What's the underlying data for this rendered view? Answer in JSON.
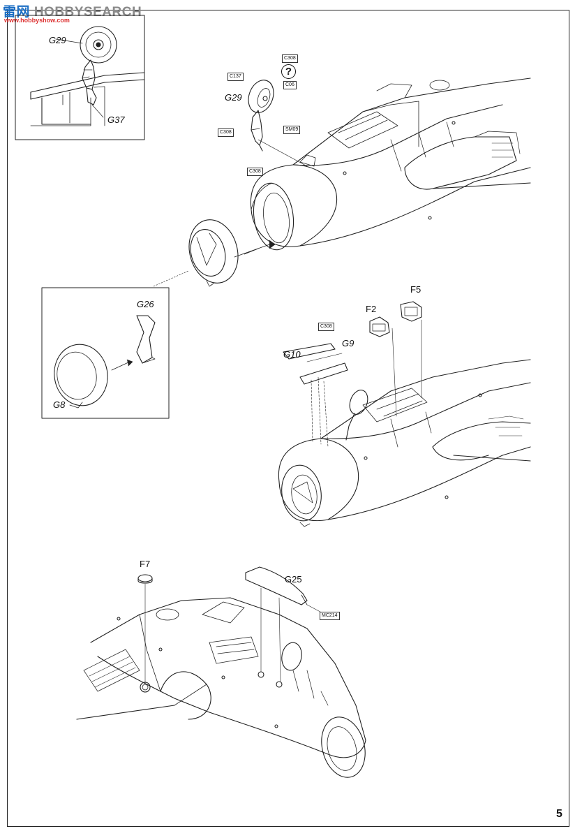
{
  "watermark": {
    "brand_a": "雷",
    "brand_b": "网",
    "brand_c": "HOBBY",
    "brand_d": "SEARCH",
    "url": "www.hobbyshow.com"
  },
  "page_number": "5",
  "question_mark": "?",
  "labels": {
    "g29_inset": "G29",
    "g37": "G37",
    "g29": "G29",
    "g26": "G26",
    "g8": "G8",
    "f2": "F2",
    "f5": "F5",
    "g10": "G10",
    "g9": "G9",
    "f7": "F7",
    "g25": "G25"
  },
  "tags": {
    "c308_top": "C308",
    "c137": "C137",
    "c06": "C06",
    "c308_left": "C308",
    "sm09": "SM09",
    "c308_lower": "C308",
    "c308_mid": "C308",
    "mc214": "MC214"
  }
}
